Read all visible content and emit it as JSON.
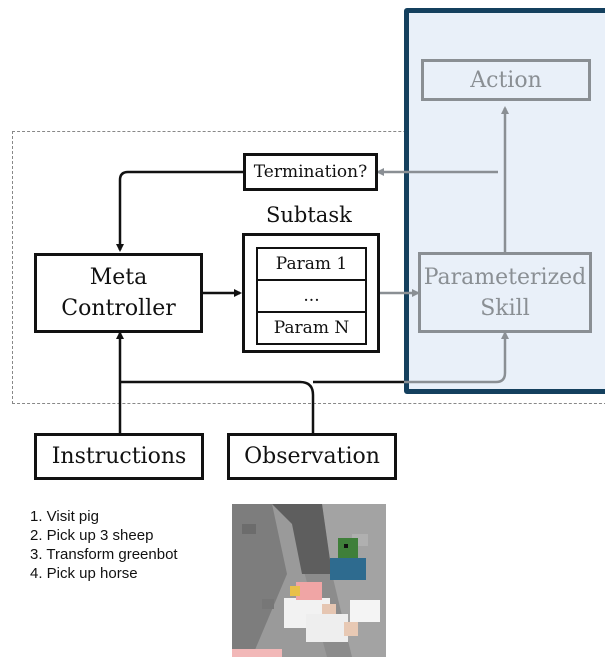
{
  "nodes": {
    "action": "Action",
    "termination": "Termination?",
    "subtask_title": "Subtask",
    "param_1": "Param 1",
    "param_ellipsis": "...",
    "param_n": "Param N",
    "meta_controller_line1": "Meta",
    "meta_controller_line2": "Controller",
    "skill_line1": "Parameterized",
    "skill_line2": "Skill",
    "instructions": "Instructions",
    "observation": "Observation"
  },
  "instruction_list": [
    "1. Visit pig",
    "2. Pick up 3 sheep",
    "3. Transform greenbot",
    "4. Pick up horse"
  ],
  "colors": {
    "panel_fill": "#e9f0f9",
    "panel_border": "#14405e",
    "dim_gray": "#8a8f94",
    "black": "#111111"
  }
}
